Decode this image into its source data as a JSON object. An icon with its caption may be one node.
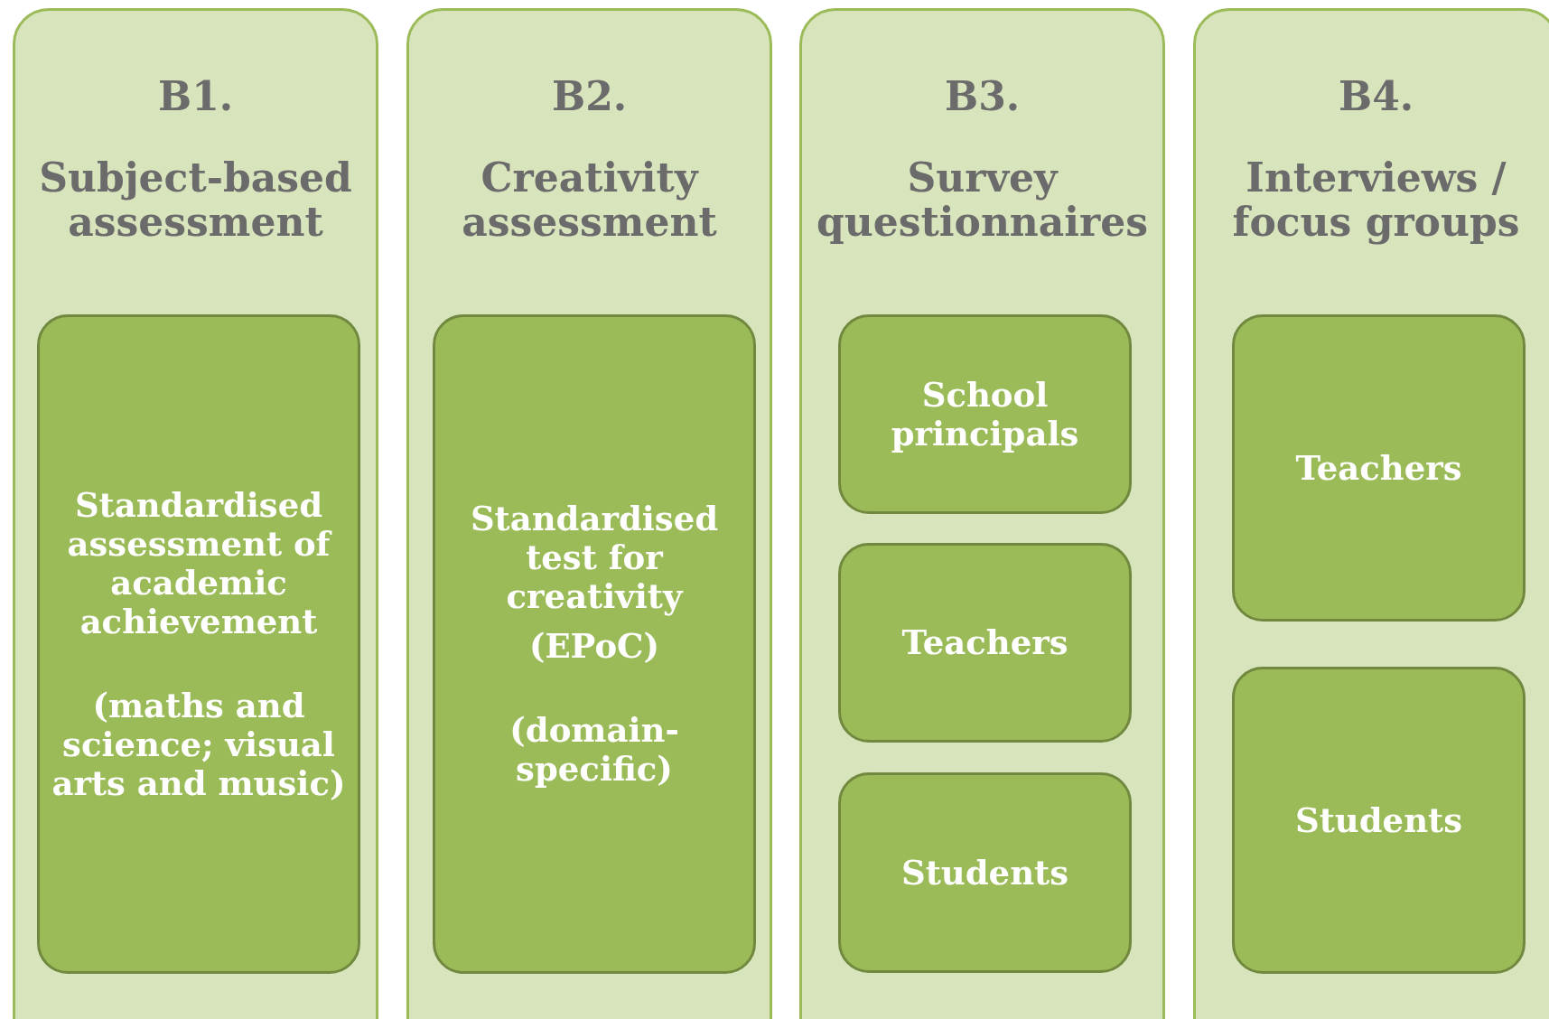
{
  "diagram": {
    "nodes": [
      {
        "text": [
          "B1.",
          "Subject-based assessment"
        ]
      },
      {
        "text": [
          "Standardised assessment of academic achievement",
          "(maths and science; visual arts and music)"
        ],
        "in": 0
      },
      {
        "text": [
          "B2.",
          "Creativity assessment"
        ]
      },
      {
        "text": [
          "Standardised test for creativity",
          "(EPoC)",
          "(domain-specific)"
        ],
        "in": 2
      },
      {
        "text": [
          "B3.",
          "Survey questionnaires"
        ]
      },
      {
        "text": [
          "School principals"
        ],
        "in": 4
      },
      {
        "text": [
          "Teachers"
        ],
        "in": 4
      },
      {
        "text": [
          "Students"
        ],
        "in": 4
      },
      {
        "text": [
          "B4.",
          "Interviews / focus groups"
        ]
      },
      {
        "text": [
          "Teachers"
        ],
        "in": 8
      },
      {
        "text": [
          "Students"
        ],
        "in": 8
      }
    ]
  }
}
